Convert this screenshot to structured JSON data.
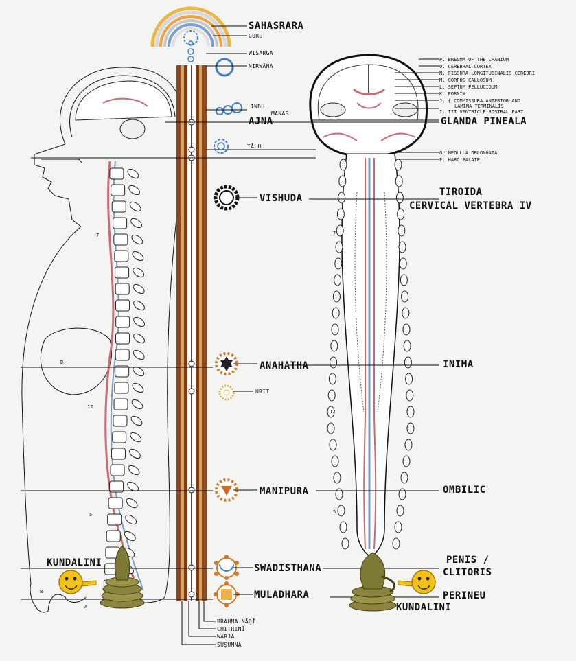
{
  "chakras": {
    "sahasrara": "SAHASRARA",
    "guru": "GURU",
    "wisarga": "WISARGA",
    "nirwana": "NIRWĀNA",
    "indu": "INDU",
    "manas": "MANAS",
    "ajna": "AJNA",
    "talu": "TĀLU",
    "vishuda": "VISHUDA",
    "anahatha": "ANAHATHA",
    "hrit": "HRIT",
    "manipura": "MANIPURA",
    "swadisthana": "SWADISTHANA",
    "muladhara": "MULADHARA"
  },
  "right_labels": {
    "glanda_pineala": "GLANDA PINEALA",
    "tiroida": "TIROIDA",
    "cervical": "CERVICAL VERTEBRA IV",
    "inima": "INIMA",
    "ombilic": "OMBILIC",
    "penis": "PENIS /",
    "clitoris": "CLITORIS",
    "perineu": "PERINEU",
    "kundalini_right": "KUNDALINI"
  },
  "left_labels": {
    "kundalini_left": "KUNDALINI"
  },
  "anatomy_legend": {
    "p": "P. BREGMA OF THE CRANIUM",
    "o": "O. CEREBRAL CORTEX",
    "n": "N. FISSURA LONGITUDINALIS CEREBRI",
    "m": "M. CORPUS CALLOSUM",
    "l": "L. SEPTUM PELLUCIDUM",
    "k": "K. FORNIX",
    "j1": "J. { COMMISSURA ANTERIOR AND",
    "j2": "LAMINA TERMINALIS",
    "i": "I. III VENTRICLE ROSTRAL PART",
    "g": "G. MEDULLA OBLONGATA",
    "f": "F. HARD PALATE"
  },
  "nadis": {
    "brahma": "BRAHMA NĀḌĪ",
    "chitrini": "CHITRINĪ",
    "warja": "WARJĀ",
    "susumna": "SUṢUMNĀ"
  },
  "body_letters": {
    "d": "D",
    "twelve": "12",
    "five": "5",
    "seven": "7",
    "b": "B",
    "a": "A",
    "seven_r": "7",
    "twelve_r": "12",
    "five_r": "5"
  },
  "colors": {
    "nadi_outer": "#8b4a1e",
    "nadi_inner": "#e0a060",
    "chakra_blue": "#3f7fc8",
    "chakra_orange": "#d07a2a",
    "spinal_red": "#c96c78",
    "spinal_blue": "#7a9cc4",
    "snake": "#7d7a36",
    "emoji": "#f2c21b"
  }
}
